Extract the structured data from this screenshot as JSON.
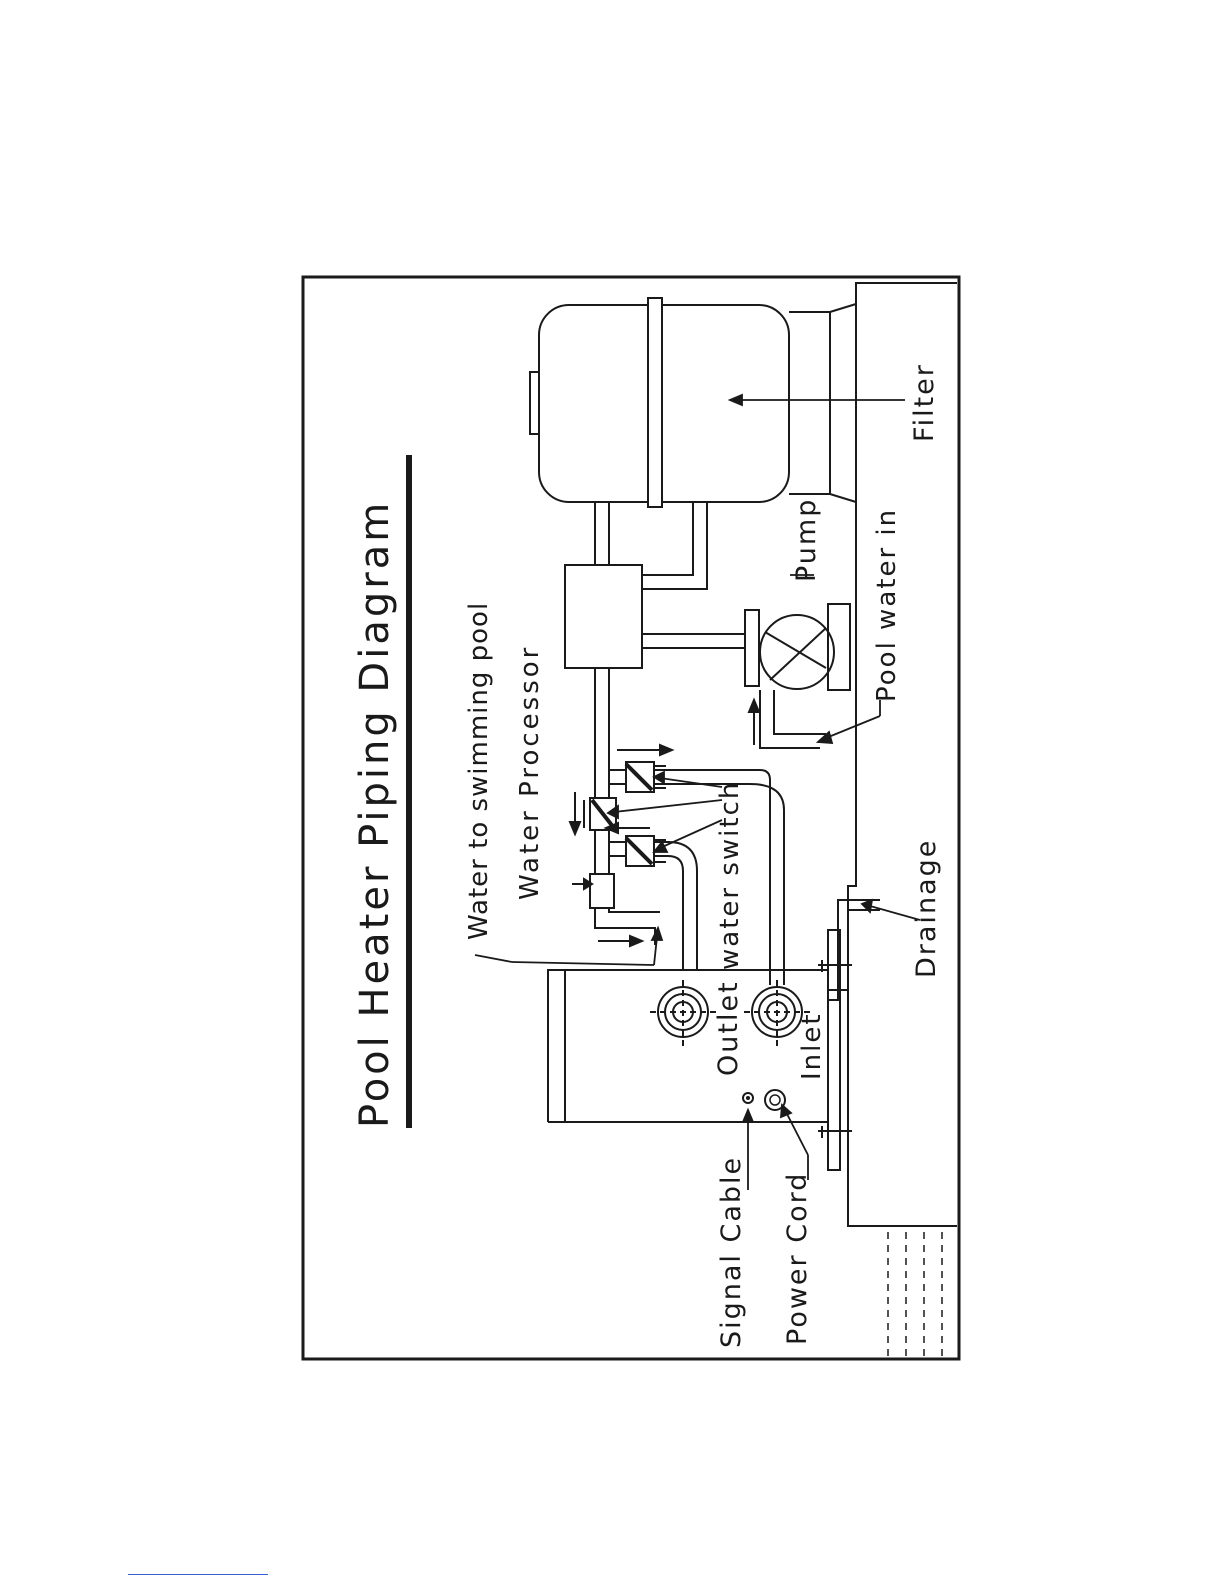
{
  "title": "Pool Heater Piping Diagram",
  "labels": {
    "filter": "Filter",
    "pump": "Pump",
    "pool_water_in": "Pool water in",
    "water_to_pool": "Water to swimming pool",
    "water_processor": "Water Processor",
    "water_switch": "water switch",
    "drainage": "Drainage",
    "outlet": "Outlet",
    "inlet": "Inlet",
    "signal_cable": "Signal Cable",
    "power_cord": "Power Cord"
  },
  "colors": {
    "line": "#1a1a1a",
    "accent": "#3a5fd0"
  }
}
